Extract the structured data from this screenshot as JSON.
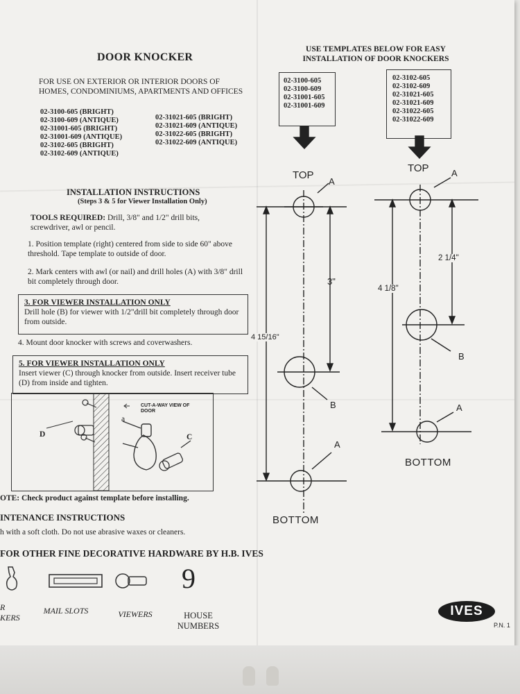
{
  "left": {
    "title": "DOOR KNOCKER",
    "intro": "FOR USE ON EXTERIOR OR INTERIOR DOORS OF HOMES, CONDOMINIUMS, APARTMENTS AND OFFICES",
    "models_col1": [
      "02-3100-605 (BRIGHT)",
      "02-3100-609 (ANTIQUE)",
      "02-31001-605 (BRIGHT)",
      "02-31001-609 (ANTIQUE)",
      "02-3102-605 (BRIGHT)",
      "02-3102-609 (ANTIQUE)"
    ],
    "models_col2": [
      "02-31021-605 (BRIGHT)",
      "02-31021-609 (ANTIQUE)",
      "02-31022-605 (BRIGHT)",
      "02-31022-609 (ANTIQUE)"
    ],
    "install_title": "INSTALLATION INSTRUCTIONS",
    "install_subtitle": "(Steps 3 & 5 for Viewer Installation Only)",
    "tools_label": "TOOLS REQUIRED:",
    "tools_text": "Drill, 3/8\" and 1/2\" drill bits, screwdriver, awl or pencil.",
    "step1": "1. Position template (right) centered from side to side 60\" above threshold. Tape template to outside of door.",
    "step2": "2. Mark centers with awl (or nail) and drill holes (A) with 3/8\" drill bit completely through door.",
    "step3_heading": "3. FOR VIEWER INSTALLATION ONLY",
    "step3_text": "Drill hole (B) for viewer with 1/2\"drill bit completely through door from outside.",
    "step4": "4. Mount door knocker with screws and coverwashers.",
    "step5_heading": "5. FOR VIEWER INSTALLATION ONLY",
    "step5_text": "Insert viewer (C) through knocker from outside. Insert receiver tube (D) from inside and tighten.",
    "diagram": {
      "cutaway": "CUT-A-WAY VIEW OF DOOR",
      "label_d": "D",
      "label_c": "C",
      "label_a": "a"
    },
    "note": "OTE: Check product against template before installing.",
    "maint_title": "INTENANCE INSTRUCTIONS",
    "maint_text": "h with a soft cloth. Do not use abrasive waxes or cleaners.",
    "other_title": "FOR OTHER FINE DECORATIVE HARDWARE BY H.B. IVES",
    "products": [
      {
        "label": "R KERS",
        "icon": "knocker-icon"
      },
      {
        "label": "MAIL SLOTS",
        "icon": "mail-slot-icon"
      },
      {
        "label": "VIEWERS",
        "icon": "viewer-icon"
      },
      {
        "label": "HOUSE NUMBERS",
        "icon": "house-number-icon"
      }
    ],
    "house_number_glyph": "9"
  },
  "right": {
    "heading_line1": "USE TEMPLATES BELOW FOR EASY",
    "heading_line2": "INSTALLATION OF DOOR KNOCKERS",
    "template1": {
      "models": [
        "02-3100-605",
        "02-3100-609",
        "02-31001-605",
        "02-31001-609"
      ],
      "top": "TOP",
      "bottom": "BOTTOM",
      "label_a_top": "A",
      "label_b": "B",
      "label_a_bottom": "A",
      "dim_ab": "3\"",
      "dim_total": "4 15/16\""
    },
    "template2": {
      "models": [
        "02-3102-605",
        "02-3102-609",
        "02-31021-605",
        "02-31021-609",
        "02-31022-605",
        "02-31022-609"
      ],
      "top": "TOP",
      "bottom": "BOTTOM",
      "label_a_top": "A",
      "label_b": "B",
      "label_a_bottom": "A",
      "dim_ab": "2 1/4\"",
      "dim_total": "4 1/8\""
    }
  },
  "brand": "IVES",
  "part_number": "P.N. 1"
}
